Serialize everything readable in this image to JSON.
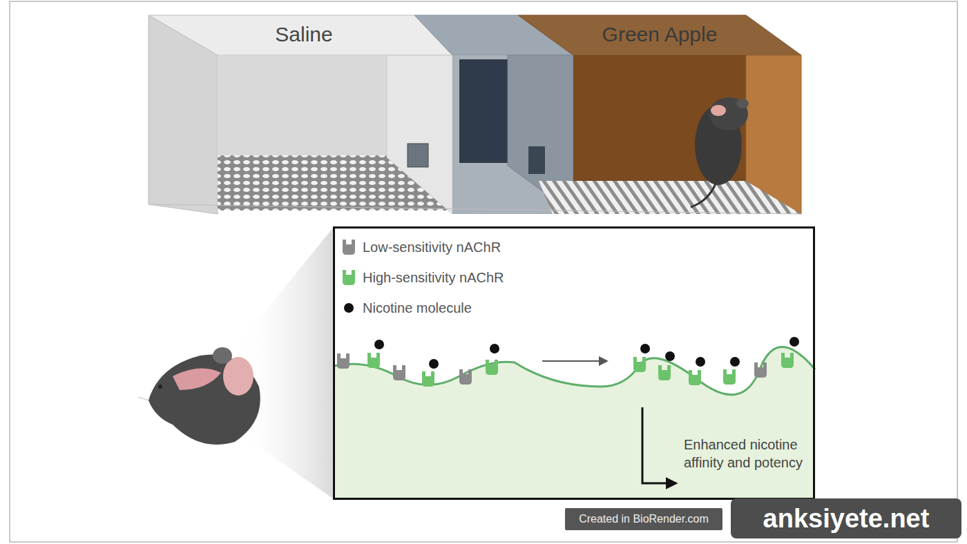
{
  "diagram": {
    "nodes": [
      {
        "text": [
          "Saline"
        ]
      },
      {
        "text": [
          "Green Apple"
        ]
      },
      {
        "text": [
          "Enhanced nicotine affinity and potency"
        ]
      }
    ],
    "labels": [
      "Created in BioRender.com",
      "anksiyete.net"
    ],
    "legend": [
      {
        "text": "Low-sensitivity nAChR"
      },
      {
        "text": "High-sensitivity nAChR"
      },
      {
        "text": "Nicotine molecule"
      }
    ]
  }
}
